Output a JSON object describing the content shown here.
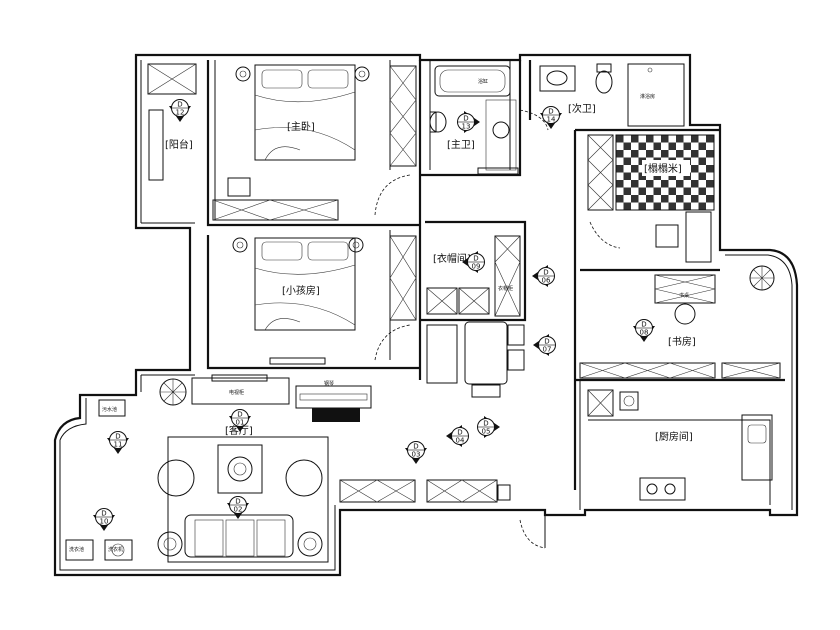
{
  "rooms": {
    "master_bedroom": "[主卧]",
    "balcony": "[阳台]",
    "master_bath": "[主卫]",
    "second_bath": "[次卫]",
    "tatami": "[榻榻米]",
    "cloakroom": "[衣帽间]",
    "kids_room": "[小孩房]",
    "study": "[书房]",
    "living_room": "[客厅]",
    "kitchen": "[厨房间]"
  },
  "fixtures": {
    "tv_cabinet": "电视柜",
    "piano": "钢琴",
    "desk": "书桌",
    "bathtub": "浴缸",
    "shower": "淋浴房",
    "sink_basin": "污水池",
    "laundry_1": "洗衣池",
    "laundry_2": "洗衣机",
    "wardrobe_1": "衣柜",
    "wardrobe_2": "衣帽柜",
    "cabinet": "吊柜"
  },
  "markers": [
    {
      "code": "D",
      "num": "12"
    },
    {
      "code": "D",
      "num": "13"
    },
    {
      "code": "D",
      "num": "14"
    },
    {
      "code": "D",
      "num": "09"
    },
    {
      "code": "D",
      "num": "06"
    },
    {
      "code": "D",
      "num": "08"
    },
    {
      "code": "D",
      "num": "07"
    },
    {
      "code": "D",
      "num": "11"
    },
    {
      "code": "D",
      "num": "01"
    },
    {
      "code": "D",
      "num": "03"
    },
    {
      "code": "D",
      "num": "04"
    },
    {
      "code": "D",
      "num": "05"
    },
    {
      "code": "D",
      "num": "02"
    },
    {
      "code": "D",
      "num": "10"
    }
  ]
}
